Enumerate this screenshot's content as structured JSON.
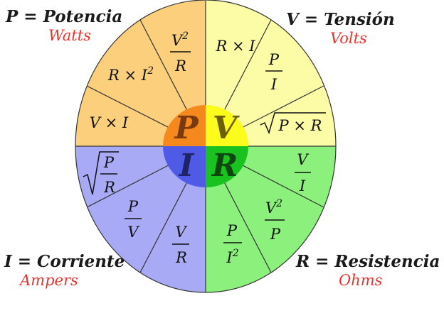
{
  "legend": {
    "power": {
      "definition": "P = Potencia",
      "unit": "Watts"
    },
    "voltage": {
      "definition": "V = Tensión",
      "unit": "Volts"
    },
    "current": {
      "definition": "I = Corriente",
      "unit": "Ampers"
    },
    "resistance": {
      "definition": "R = Resistencia",
      "unit": "Ohms"
    }
  },
  "center": {
    "power": "P",
    "voltage": "V",
    "current": "I",
    "resistance": "R"
  },
  "formulas": {
    "power": [
      "V × I",
      "R × I²",
      "V² / R"
    ],
    "voltage": [
      "R × I",
      "P / I",
      "√(P × R)"
    ],
    "resistance": [
      "V / I",
      "V² / P",
      "P / I²"
    ],
    "current": [
      "V / R",
      "P / V",
      "√(P / R)"
    ]
  },
  "colors": {
    "power_sector": "#fbcf7c",
    "voltage_sector": "#fdfca6",
    "resistance_sector": "#8cf17c",
    "current_sector": "#a8aaf6",
    "power_core": "#f5891e",
    "voltage_core": "#fcfc1c",
    "resistance_core": "#19c21f",
    "current_core": "#4f5ae6",
    "unit_text": "#e8322b"
  }
}
